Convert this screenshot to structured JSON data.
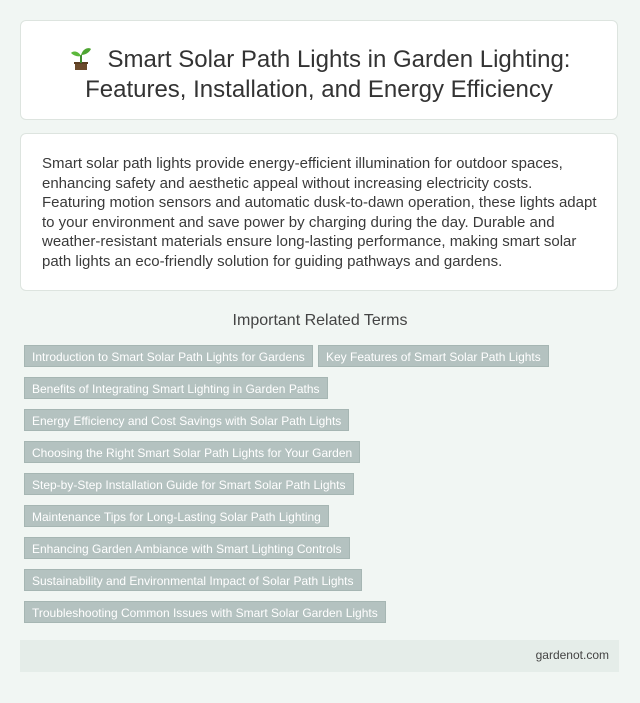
{
  "header": {
    "icon": "sprout-icon",
    "title_line1": "Smart Solar Path Lights in Garden Lighting:",
    "title_line2": "Features, Installation, and Energy Efficiency"
  },
  "description": "Smart solar path lights provide energy-efficient illumination for outdoor spaces, enhancing safety and aesthetic appeal without increasing electricity costs. Featuring motion sensors and automatic dusk-to-dawn operation, these lights adapt to your environment and save power by charging during the day. Durable and weather-resistant materials ensure long-lasting performance, making smart solar path lights an eco-friendly solution for guiding pathways and gardens.",
  "related": {
    "heading": "Important Related Terms",
    "terms": [
      "Introduction to Smart Solar Path Lights for Gardens",
      "Key Features of Smart Solar Path Lights",
      "Benefits of Integrating Smart Lighting in Garden Paths",
      "Energy Efficiency and Cost Savings with Solar Path Lights",
      "Choosing the Right Smart Solar Path Lights for Your Garden",
      "Step-by-Step Installation Guide for Smart Solar Path Lights",
      "Maintenance Tips for Long-Lasting Solar Path Lighting",
      "Enhancing Garden Ambiance with Smart Lighting Controls",
      "Sustainability and Environmental Impact of Solar Path Lights",
      "Troubleshooting Common Issues with Smart Solar Garden Lights"
    ]
  },
  "footer": {
    "site": "gardenot.com"
  },
  "colors": {
    "background": "#f1f6f3",
    "tag": "#b4c2c0",
    "footer": "#e5ede9"
  }
}
